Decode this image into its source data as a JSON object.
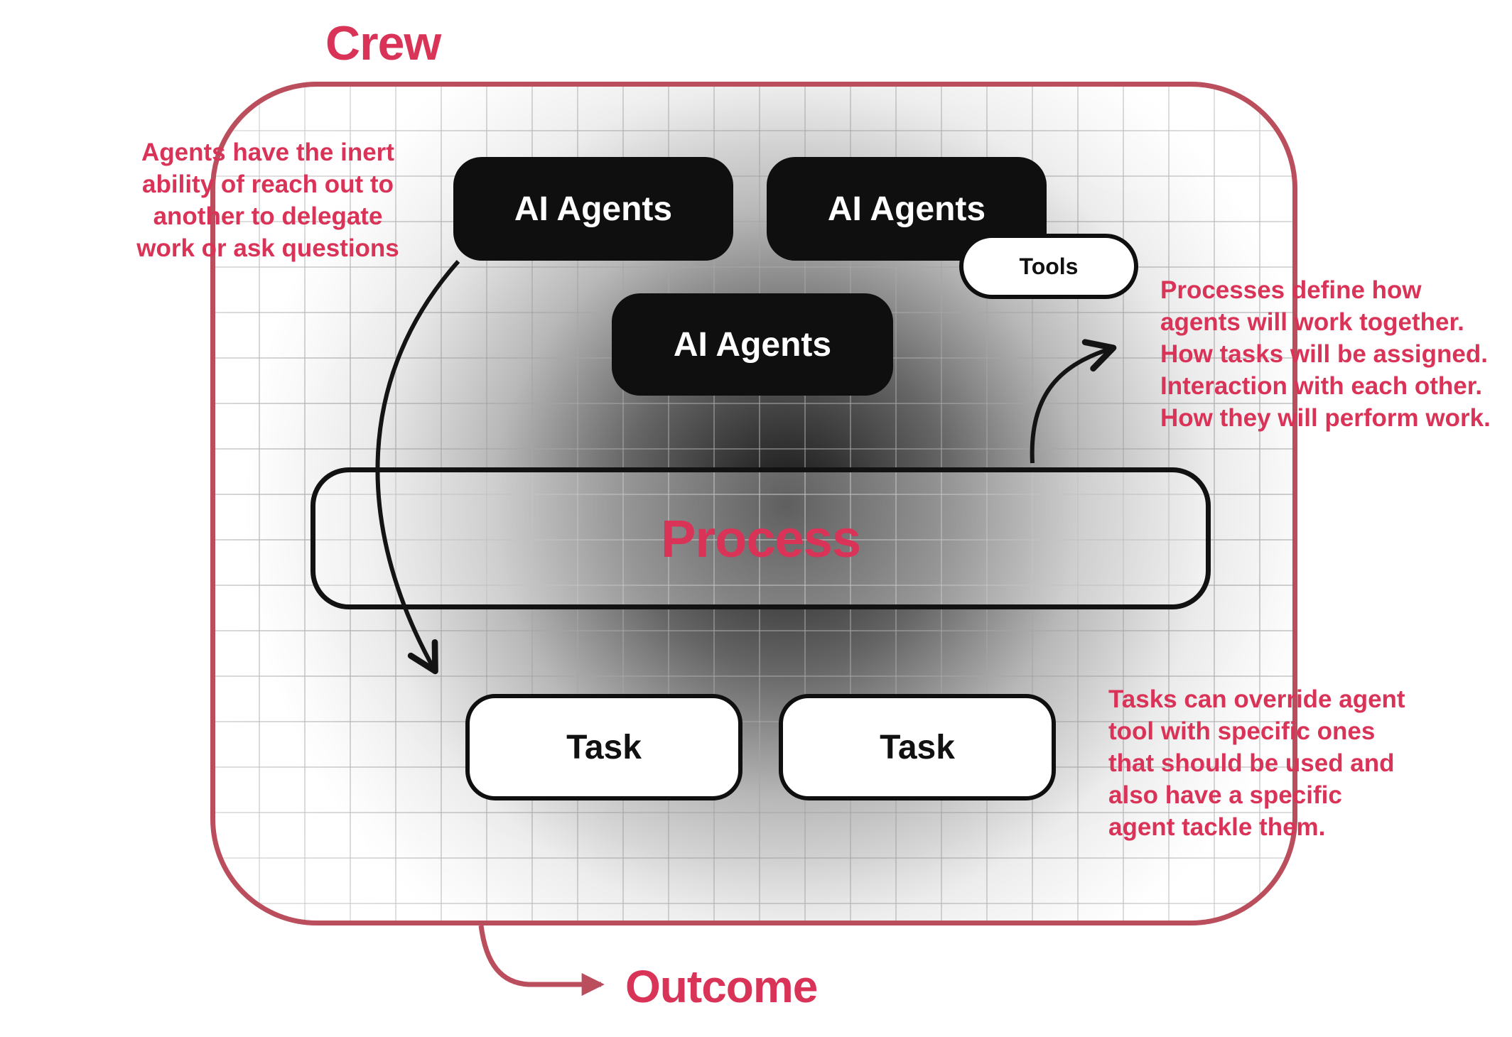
{
  "colors": {
    "accent_text": "#da3358",
    "border_red": "#bb4e5c",
    "box_black": "#0f0f0f"
  },
  "labels": {
    "crew": "Crew",
    "outcome": "Outcome",
    "agents_1": "AI Agents",
    "agents_2": "AI Agents",
    "agents_3": "AI Agents",
    "tools": "Tools",
    "process": "Process",
    "task_1": "Task",
    "task_2": "Task"
  },
  "annotations": {
    "delegation": "Agents have the inert\nability of reach out to\nanother to delegate\nwork or ask questions",
    "process_note": "Processes define how\nagents will work together.\nHow tasks will be assigned.\nInteraction with each other.\nHow they will perform work.",
    "tasks_note": "Tasks can override agent\ntool with specific ones\nthat should be used and\nalso have a specific\nagent tackle them."
  }
}
